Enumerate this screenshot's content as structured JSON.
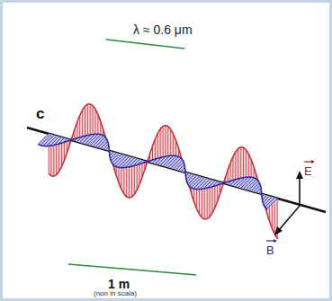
{
  "diagram": {
    "labels": [
      "λ ≈ 0.6 μm",
      "c",
      "1 m",
      "(non in scala)",
      "E",
      "B"
    ]
  }
}
